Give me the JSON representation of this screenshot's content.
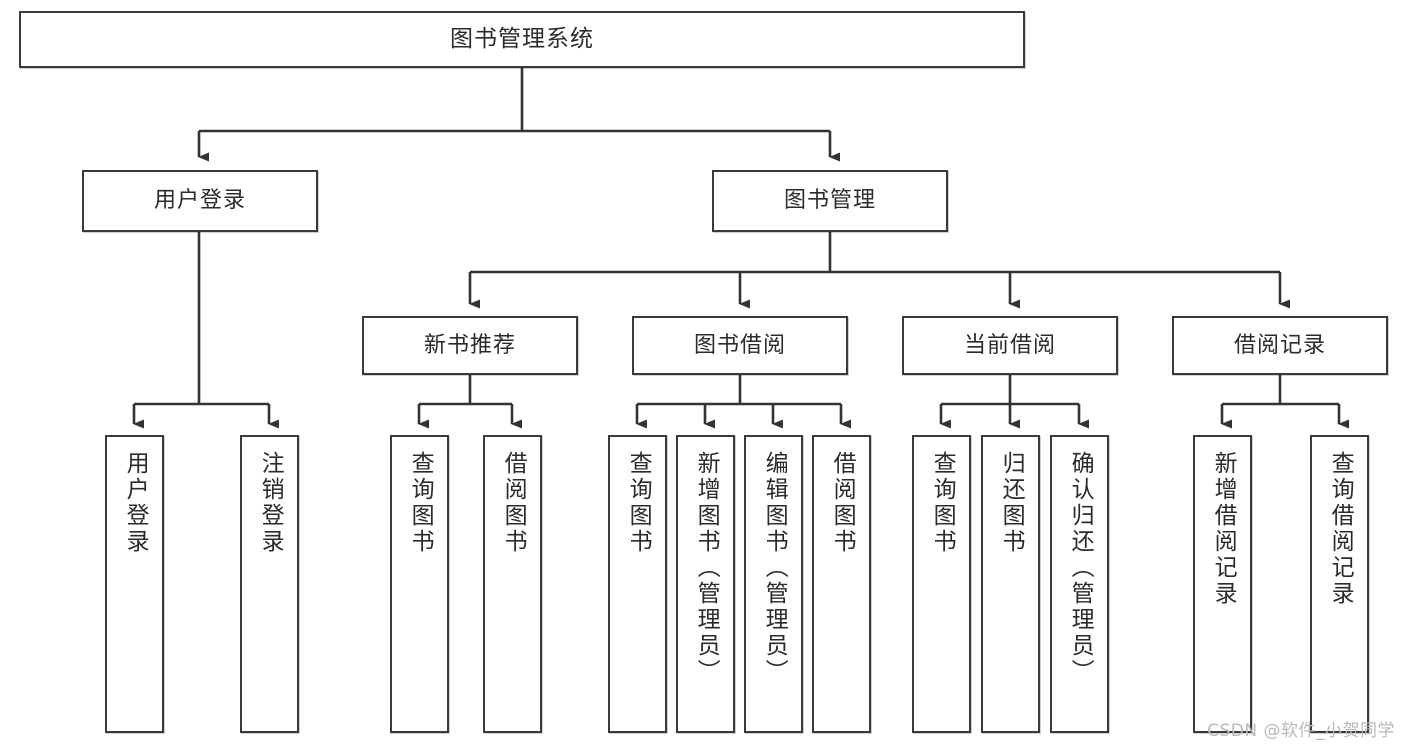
{
  "diagram": {
    "type": "tree-hierarchy",
    "title": "图书管理系统",
    "watermark": "CSDN @软件_小贺同学",
    "colors": {
      "background": "#ffffff",
      "box_border": "#3a3a3a",
      "box_fill": "#ffffff",
      "text": "#2b2b2b",
      "connector": "#333333",
      "watermark": "#b9b9b9"
    },
    "nodes": {
      "root": {
        "label": "图书管理系统"
      },
      "level2": [
        {
          "id": "user-login",
          "label": "用户登录"
        },
        {
          "id": "book-manage",
          "label": "图书管理"
        }
      ],
      "level3": [
        {
          "id": "new-book-recommend",
          "label": "新书推荐"
        },
        {
          "id": "book-borrow",
          "label": "图书借阅"
        },
        {
          "id": "current-borrow",
          "label": "当前借阅"
        },
        {
          "id": "borrow-record",
          "label": "借阅记录"
        }
      ],
      "leaves": {
        "user_login": [
          {
            "id": "leaf-user-login",
            "label": "用户登录"
          },
          {
            "id": "leaf-logout-login",
            "label": "注销登录"
          }
        ],
        "new_book_recommend": [
          {
            "id": "leaf-query-book-1",
            "label": "查询图书"
          },
          {
            "id": "leaf-borrow-book-1",
            "label": "借阅图书"
          }
        ],
        "book_borrow": [
          {
            "id": "leaf-query-book-2",
            "label": "查询图书"
          },
          {
            "id": "leaf-add-book",
            "label": "新增图书（管理员）"
          },
          {
            "id": "leaf-edit-book",
            "label": "编辑图书（管理员）"
          },
          {
            "id": "leaf-borrow-book-2",
            "label": "借阅图书"
          }
        ],
        "current_borrow": [
          {
            "id": "leaf-query-book-3",
            "label": "查询图书"
          },
          {
            "id": "leaf-return-book",
            "label": "归还图书"
          },
          {
            "id": "leaf-confirm-return",
            "label": "确认归还（管理员）"
          }
        ],
        "borrow_record": [
          {
            "id": "leaf-add-borrow-record",
            "label": "新增借阅记录"
          },
          {
            "id": "leaf-query-borrow-record",
            "label": "查询借阅记录"
          }
        ]
      }
    }
  }
}
